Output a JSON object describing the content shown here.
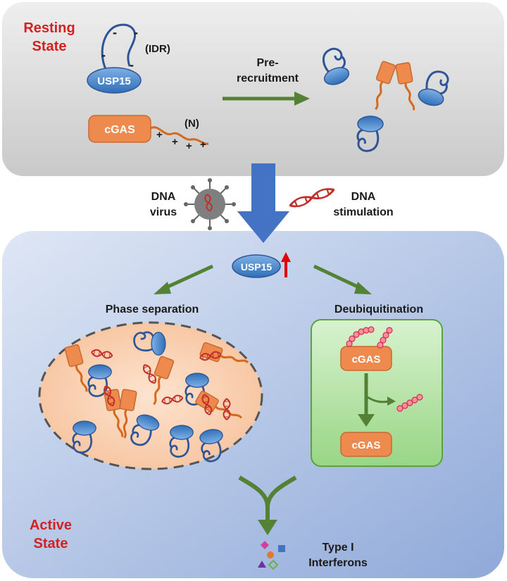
{
  "resting_state": {
    "title_line1": "Resting",
    "title_line2": "State",
    "usp15_label": "USP15",
    "idr_label": "(IDR)",
    "minus_sign": "-",
    "cgas_label": "cGAS",
    "n_label": "(N)",
    "plus_sign": "+",
    "arrow_line1": "Pre-",
    "arrow_line2": "recruitment"
  },
  "stimuli": {
    "virus_line1": "DNA",
    "virus_line2": "virus",
    "dna_line1": "DNA",
    "dna_line2": "stimulation"
  },
  "active_state": {
    "title_line1": "Active",
    "title_line2": "State",
    "usp15_label": "USP15",
    "phase_separation_label": "Phase separation",
    "deubiquitination_label": "Deubiquitination",
    "cgas_top_label": "cGAS",
    "cgas_bottom_label": "cGAS",
    "output_line1": "Type I",
    "output_line2": "Interferons"
  },
  "colors": {
    "resting_bg": "#d9d9d9",
    "active_bg": "#c7d5ec",
    "usp15_fill": "#4a86c8",
    "cgas_fill": "#ee8a4e",
    "green_arrow": "#548235",
    "blue_arrow": "#4472c4",
    "state_label": "#d42020",
    "dna_red": "#c0302a"
  }
}
